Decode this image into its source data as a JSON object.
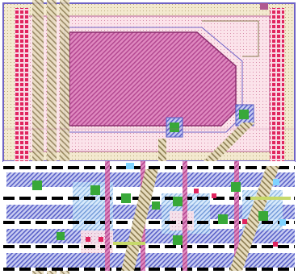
{
  "view": {
    "kind": "ic-layout-viewer",
    "background": "#ffffff",
    "layers": [
      {
        "name": "nwell",
        "color": "#e6d7b0",
        "pattern": "dots"
      },
      {
        "name": "pimplant",
        "color": "#f6c7d9",
        "pattern": "dots"
      },
      {
        "name": "poly",
        "color": "#d45fa6",
        "pattern": "diag"
      },
      {
        "name": "metal1",
        "color": "#7a7fd0",
        "pattern": "diag"
      },
      {
        "name": "metal2",
        "color": "#c2b280",
        "pattern": "diag"
      },
      {
        "name": "active",
        "color": "#38a838",
        "pattern": "solid"
      },
      {
        "name": "contact",
        "color": "#e0245e",
        "pattern": "solid"
      },
      {
        "name": "via",
        "color": "#7fd3ff",
        "pattern": "solid"
      },
      {
        "name": "cell-boundary",
        "color": "#000000",
        "pattern": "dash"
      }
    ]
  }
}
